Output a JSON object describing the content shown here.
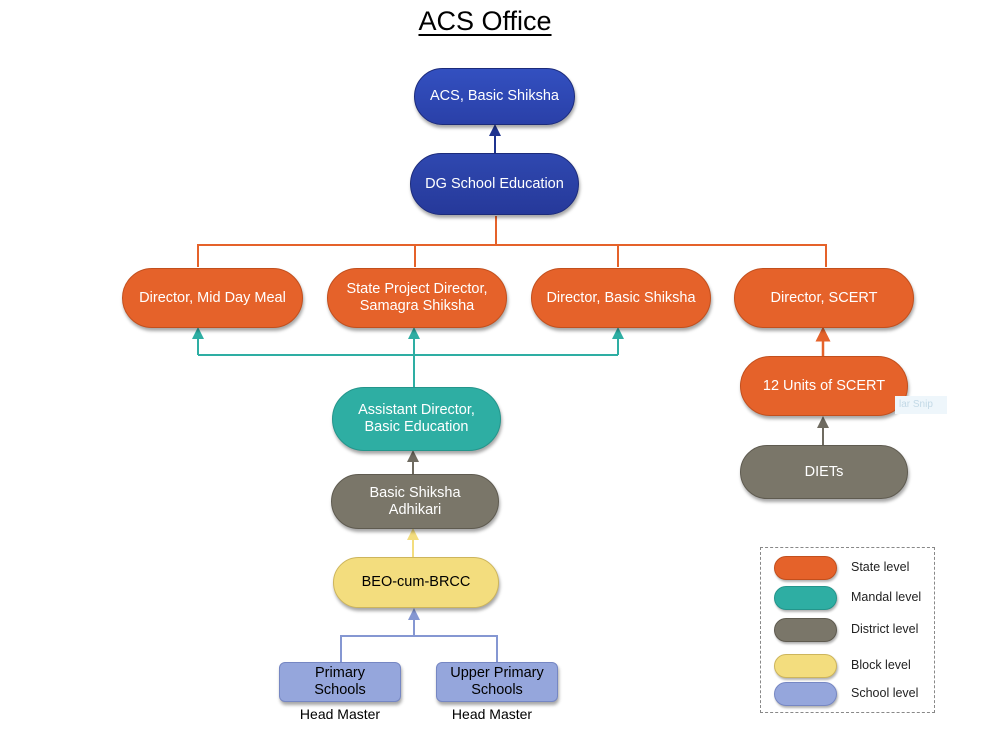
{
  "title": "ACS Office",
  "nodes": {
    "acs": "ACS, Basic Shiksha",
    "dg": "DG School Education",
    "mdm": "Director, Mid Day Meal",
    "spd": "State Project Director,\nSamagra Shiksha",
    "dbs": "Director, Basic Shiksha",
    "scert": "Director, SCERT",
    "scert_units": "12 Units of SCERT",
    "diets": "DIETs",
    "ad": "Assistant Director,\nBasic Education",
    "bsa": "Basic Shiksha\nAdhikari",
    "beo": "BEO-cum-BRCC",
    "primary": "Primary Schools",
    "upper_primary": "Upper Primary\nSchools"
  },
  "captions": {
    "primary": "Head Master",
    "upper_primary": "Head Master"
  },
  "legend": [
    {
      "label": "State level",
      "color": "#e5622a"
    },
    {
      "label": "Mandal level",
      "color": "#2eaea3"
    },
    {
      "label": "District level",
      "color": "#7a7669"
    },
    {
      "label": "Block level",
      "color": "#f3dd7e"
    },
    {
      "label": "School level",
      "color": "#95a6dc"
    }
  ],
  "colors": {
    "navy": "#2a40a8",
    "state": "#e5622a",
    "mandal": "#2eaea3",
    "district": "#7a7669",
    "block": "#f3dd7e",
    "school": "#95a6dc"
  },
  "artifact_text": "lar Snip"
}
